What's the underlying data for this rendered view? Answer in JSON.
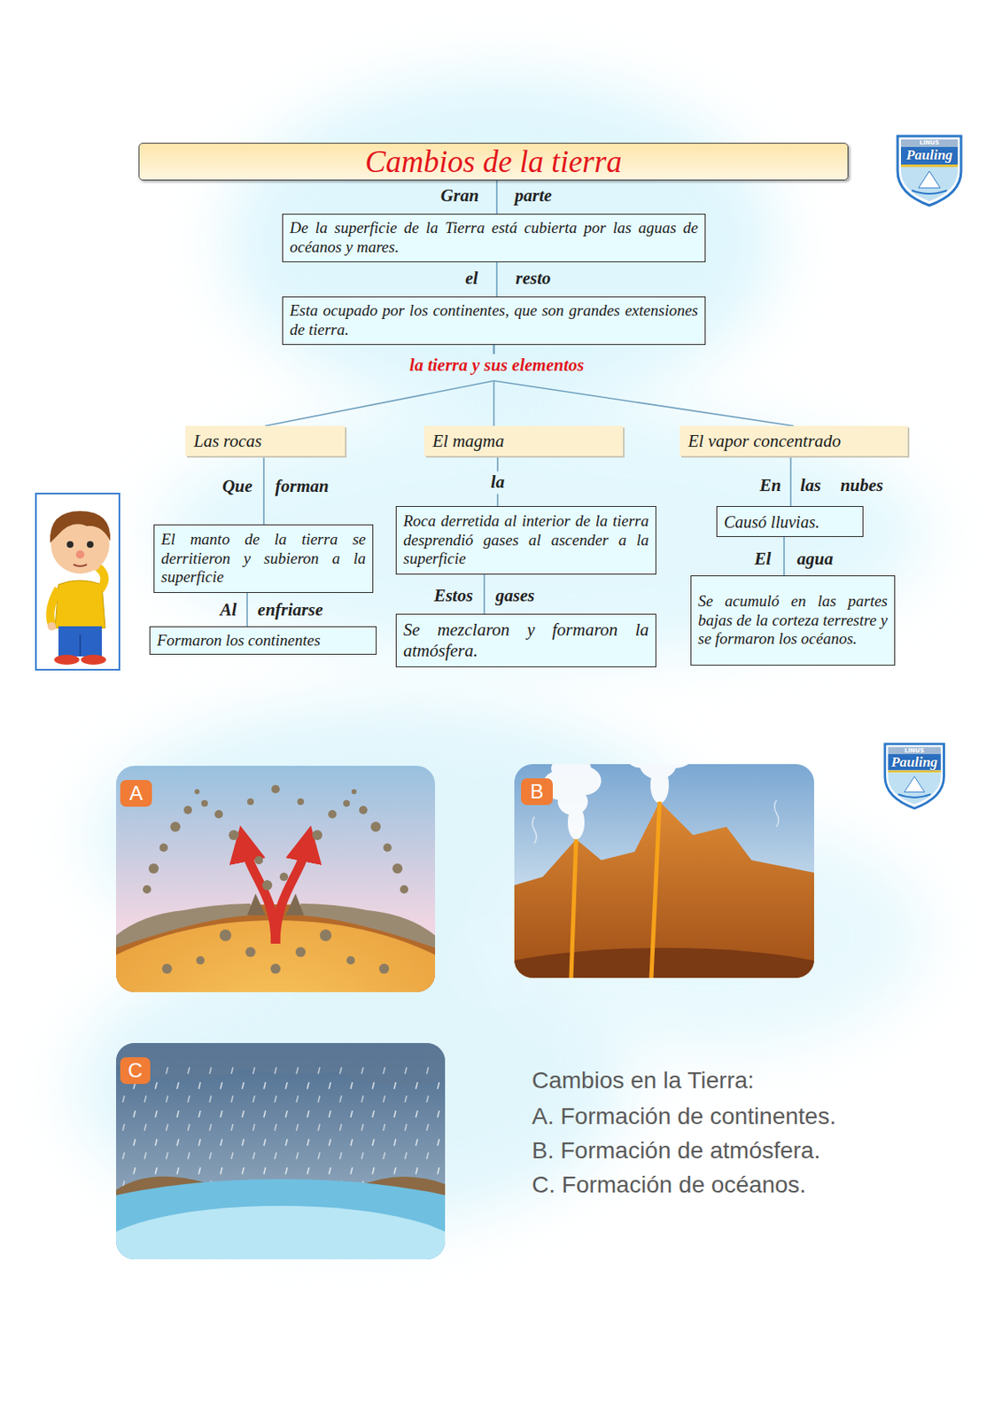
{
  "diagram": {
    "nodes": [
      {
        "text": [
          "Cambios de la tierra"
        ]
      },
      {
        "text": [
          "De la superficie de la Tierra está cubierta por las aguas de océanos y mares."
        ]
      },
      {
        "text": [
          "Esta ocupado por los continentes, que son grandes extensiones de tierra."
        ]
      },
      {
        "text": [
          "Las rocas"
        ]
      },
      {
        "text": [
          "El magma"
        ]
      },
      {
        "text": [
          "El vapor concentrado"
        ]
      },
      {
        "text": [
          "El manto de la tierra se derritieron y subieron a la superficie"
        ]
      },
      {
        "text": [
          "Roca derretida al interior de la tierra desprendió gases al ascender a la superficie"
        ]
      },
      {
        "text": [
          "Causó lluvias."
        ]
      },
      {
        "text": [
          "Formaron los continentes"
        ]
      },
      {
        "text": [
          "Se mezclaron y formaron la atmósfera."
        ]
      },
      {
        "text": [
          "Se acumuló en las partes bajas de la corteza terrestre y se formaron los océanos."
        ]
      }
    ],
    "edges": [
      {
        "from": 0,
        "to": 1,
        "label": "Gran parte",
        "arrow": "none"
      },
      {
        "from": 1,
        "to": 2,
        "label": "el resto",
        "arrow": "none"
      },
      {
        "from": 2,
        "to": 3,
        "arrow": "none"
      },
      {
        "from": 2,
        "to": 4,
        "arrow": "none"
      },
      {
        "from": 2,
        "to": 5,
        "arrow": "none"
      },
      {
        "from": 3,
        "to": 6,
        "label": "Que forman",
        "arrow": "none"
      },
      {
        "from": 6,
        "to": 9,
        "label": "Al enfriarse",
        "arrow": "none"
      },
      {
        "from": 4,
        "to": 7,
        "label": "la",
        "arrow": "none"
      },
      {
        "from": 7,
        "to": 10,
        "label": "Estos gases",
        "arrow": "none"
      },
      {
        "from": 5,
        "to": 8,
        "label": "En las nubes",
        "arrow": "none"
      },
      {
        "from": 8,
        "to": 11,
        "label": "El agua",
        "arrow": "none"
      }
    ],
    "labels": [
      "la tierra y sus elementos",
      "LINUS",
      "Pauling",
      "A",
      "B",
      "C",
      "Cambios en la Tierra:",
      "A. Formación de continentes.",
      "B. Formación de atmósfera.",
      "C. Formación de océanos.",
      "LINUS",
      "Pauling"
    ]
  }
}
